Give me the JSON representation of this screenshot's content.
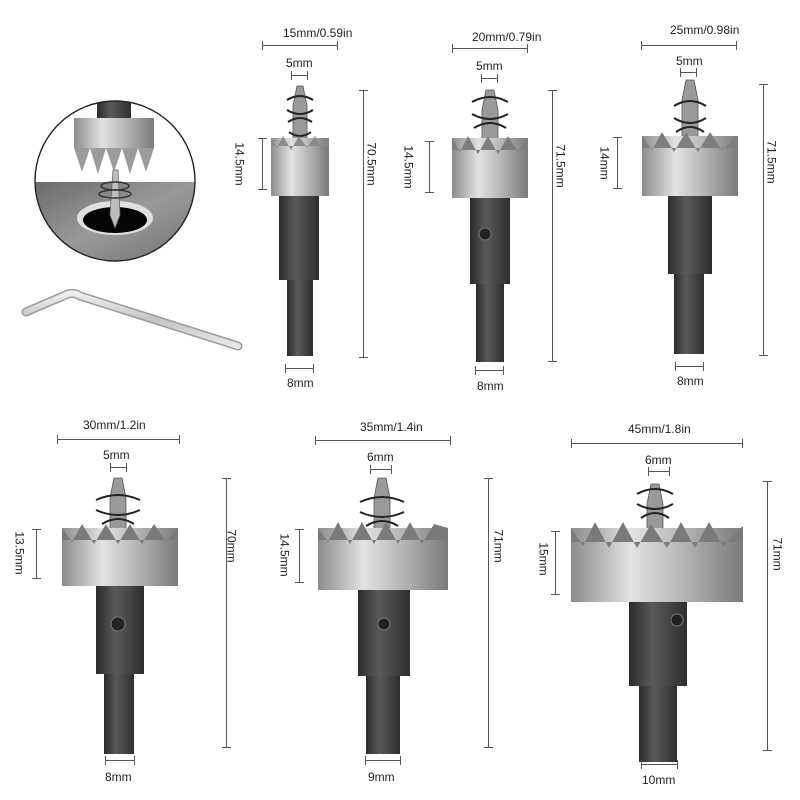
{
  "diagram": {
    "subject": "hole saw drill bit set with pilot bit, spring and hex key",
    "inset": {
      "label": "cutting-into-metal-illustration"
    },
    "accessory": {
      "label": "hex-key"
    },
    "bits": [
      {
        "id": "bit-15",
        "diameter": "15mm",
        "diameter_in": "/0.59in",
        "pilot": "5mm",
        "cut_depth": "14.5mm",
        "total_length": "70.5mm",
        "shank": "8mm"
      },
      {
        "id": "bit-20",
        "diameter": "20mm",
        "diameter_in": "/0.79in",
        "pilot": "5mm",
        "cut_depth": "14.5mm",
        "total_length": "71.5mm",
        "shank": "8mm"
      },
      {
        "id": "bit-25",
        "diameter": "25mm",
        "diameter_in": "/0.98in",
        "pilot": "5mm",
        "cut_depth": "14mm",
        "total_length": "71.5mm",
        "shank": "8mm"
      },
      {
        "id": "bit-30",
        "diameter": "30mm",
        "diameter_in": "/1.2in",
        "pilot": "5mm",
        "cut_depth": "13.5mm",
        "total_length": "70mm",
        "shank": "8mm"
      },
      {
        "id": "bit-35",
        "diameter": "35mm",
        "diameter_in": "/1.4in",
        "pilot": "6mm",
        "cut_depth": "14.5mm",
        "total_length": "71mm",
        "shank": "9mm"
      },
      {
        "id": "bit-45",
        "diameter": "45mm",
        "diameter_in": "/1.8in",
        "pilot": "6mm",
        "cut_depth": "15mm",
        "total_length": "71mm",
        "shank": "10mm"
      }
    ]
  },
  "colors": {
    "background": "#ffffff",
    "cutter_light": "#d9d9d9",
    "cutter_mid": "#a8a8a8",
    "cutter_dark": "#6e6e6e",
    "shank_dark": "#3a3a3a",
    "shank_mid": "#555555",
    "dim_line": "#555555",
    "text": "#1f1f1f"
  }
}
